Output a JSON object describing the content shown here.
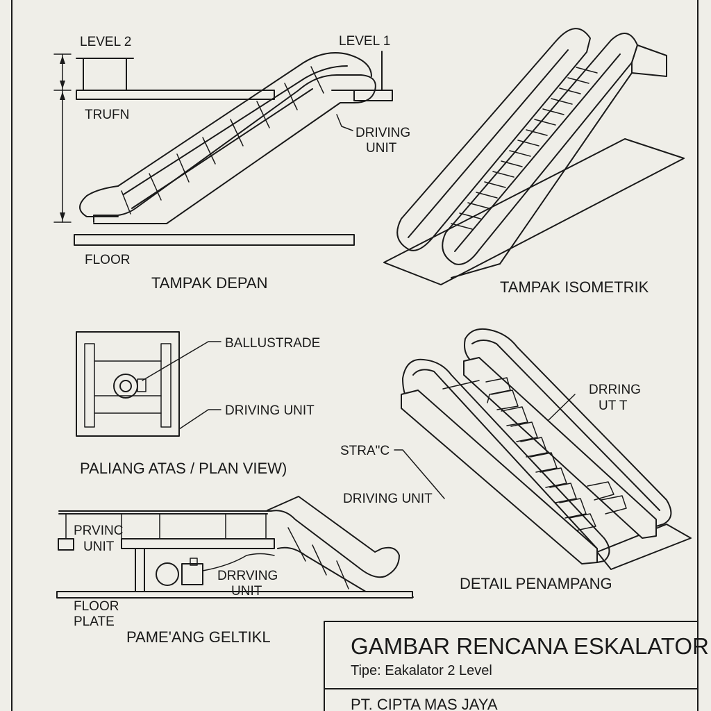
{
  "front_view": {
    "level2": "LEVEL 2",
    "level1": "LEVEL 1",
    "trufn": "TRUFN",
    "driving_unit_line1": "DRIVING",
    "driving_unit_line2": "UNIT",
    "floor": "FLOOR",
    "caption": "TAMPAK DEPAN"
  },
  "isometric_view": {
    "caption": "TAMPAK ISOMETRIK"
  },
  "plan_view": {
    "ballustrade": "BALLUSTRADE",
    "driving_unit": "DRIVING UNIT",
    "caption": "PALIANG ATAS / PLAN VIEW)"
  },
  "section_view": {
    "prvinc_line1": "PRVINC",
    "prvinc_line2": "UNIT",
    "drrving_line1": "DRRVING",
    "drrving_line2": "UNIT",
    "floor_plate_line1": "FLOOR",
    "floor_plate_line2": "PLATE",
    "caption": "PAME'ANG GELTIKL"
  },
  "detail_view": {
    "drring_line1": "DRRING",
    "drring_line2": "UT T",
    "strac": "STRA\"C",
    "driving_unit": "DRIVING UNIT",
    "caption": "DETAIL PENAMPANG"
  },
  "title_block": {
    "title": "GAMBAR RENCANA ESKALATOR",
    "subtitle": "Tipe: Eakalator 2 Level",
    "company": "PT. CIPTA MAS JAYA"
  }
}
